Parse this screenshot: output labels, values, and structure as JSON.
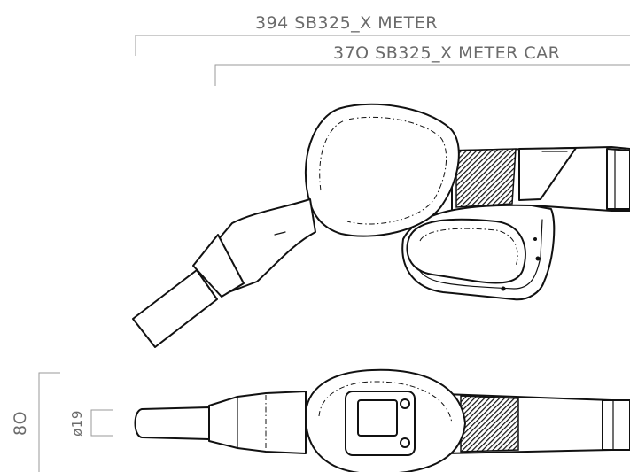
{
  "dimensions": {
    "total_length_label": "394 SB325_X METER",
    "car_length_label": "37O SB325_X METER CAR",
    "height_label": "8O",
    "spout_diameter_label": "ø19"
  },
  "views": [
    "side-view",
    "top-view"
  ]
}
